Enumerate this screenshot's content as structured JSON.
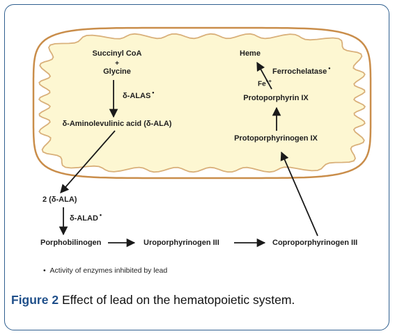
{
  "figure": {
    "label": "Figure 2",
    "caption_text": "Effect of lead on the hematopoietic system.",
    "note_marker": "•",
    "note_text": "Activity of enzymes inhibited by lead"
  },
  "nodes": {
    "succinyl_coa": "Succinyl CoA",
    "plus": "+",
    "glycine": "Glycine",
    "alas": "δ-ALAS",
    "ala": "δ-Aminolevulinic acid (δ-ALA)",
    "two_ala": "2 (δ-ALA)",
    "alad": "δ-ALAD",
    "porphobilinogen": "Porphobilinogen",
    "uroporphyrinogen": "Uroporphyrinogen III",
    "coproporphyrinogen": "Coproporphyrinogen III",
    "protoporphyrinogen": "Protoporphyrinogen IX",
    "protoporphyrin": "Protoporphyrin IX",
    "fe": "Fe",
    "fe_charge": "++",
    "ferrochelatase": "Ferrochelatase",
    "heme": "Heme",
    "inhibited_marker": "•"
  },
  "colors": {
    "frame_border": "#2f5f8f",
    "cell_fill": "#fdf7d2",
    "cell_outer_border": "#c98d4a",
    "cell_inner_border": "#d9b07a",
    "arrow": "#1a1a1a",
    "caption_label": "#1f4f8a"
  }
}
